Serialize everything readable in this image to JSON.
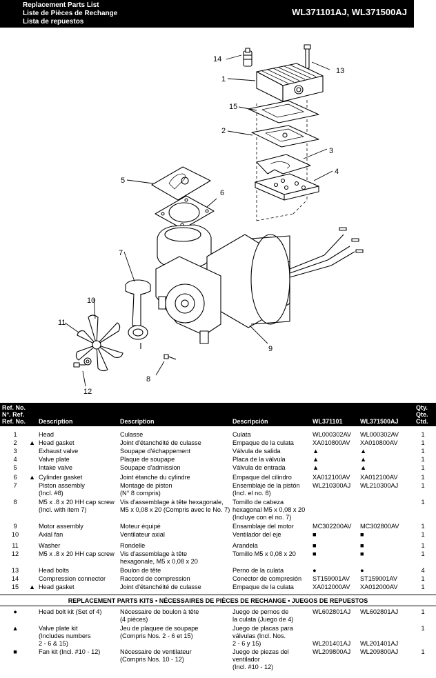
{
  "header": {
    "title_en": "Replacement Parts List",
    "title_fr": "Liste de Pièces de Rechange",
    "title_es": "Lista de repuestos",
    "models": "WL371101AJ, WL371500AJ"
  },
  "callouts": [
    "14",
    "13",
    "1",
    "15",
    "2",
    "3",
    "4",
    "5",
    "6",
    "7",
    "10",
    "11",
    "9",
    "8",
    "12"
  ],
  "table": {
    "head": {
      "ref_l1": "Ref. No.",
      "ref_l2": "N°. Ref.",
      "ref_l3": "Ref. No.",
      "desc_en": "Description",
      "desc_fr": "Description",
      "desc_es": "Descripción",
      "m1": "WL371101",
      "m2": "WL371500AJ",
      "qty_l1": "Qty.",
      "qty_l2": "Qte.",
      "qty_l3": "Ctd."
    },
    "rows": [
      {
        "ref": "1",
        "mark": "",
        "en": [
          "Head"
        ],
        "fr": [
          "Culasse"
        ],
        "es": [
          "Culata"
        ],
        "m1": "WL000302AV",
        "m2": "WL000302AV",
        "qty": "1"
      },
      {
        "ref": "2",
        "mark": "▲",
        "en": [
          "Head gasket"
        ],
        "fr": [
          "Joint d'étanchéité de culasse"
        ],
        "es": [
          "Empaque de la culata"
        ],
        "m1": "XA010800AV",
        "m2": "XA010800AV",
        "qty": "1"
      },
      {
        "ref": "3",
        "mark": "",
        "en": [
          "Exhaust valve"
        ],
        "fr": [
          "Soupape d'échappement"
        ],
        "es": [
          "Válvula de salida"
        ],
        "m1": "▲",
        "m2": "▲",
        "qty": "1"
      },
      {
        "ref": "4",
        "mark": "",
        "en": [
          "Valve plate"
        ],
        "fr": [
          "Plaque de soupape"
        ],
        "es": [
          "Placa de la válvula"
        ],
        "m1": "▲",
        "m2": "▲",
        "qty": "1"
      },
      {
        "ref": "5",
        "mark": "",
        "en": [
          "Intake valve"
        ],
        "fr": [
          "Soupape d'admission"
        ],
        "es": [
          "Válvula de entrada"
        ],
        "m1": "▲",
        "m2": "▲",
        "qty": "1"
      },
      {
        "ref": "6",
        "mark": "▲",
        "en": [
          "Cylinder gasket"
        ],
        "fr": [
          "Joint étanche du cylindre"
        ],
        "es": [
          "Empaque del cilindro"
        ],
        "m1": "XA012100AV",
        "m2": "XA012100AV",
        "qty": "1"
      },
      {
        "ref": "7",
        "mark": "",
        "en": [
          "Piston assembly",
          "(Incl. #8)"
        ],
        "fr": [
          "Montage de piston",
          "(N° 8 compris)"
        ],
        "es": [
          "Ensemblaje de la pistón",
          "(Incl. el no. 8)"
        ],
        "m1": "WL210300AJ",
        "m2": "WL210300AJ",
        "qty": "1"
      },
      {
        "ref": "8",
        "mark": "",
        "en": [
          "M5 x .8 x 20 HH cap screw",
          "(Incl. with item 7)"
        ],
        "fr": [
          "Vis d'assemblage à tête hexagonale,",
          "M5 x 0,08 x 20 (Compris avec le No. 7)"
        ],
        "es": [
          "Tornillo de cabeza",
          "hexagonal M5 x 0,08 x 20",
          "(Incluye con el no. 7)"
        ],
        "m1": "",
        "m2": "",
        "qty": "1"
      },
      {
        "ref": "9",
        "mark": "",
        "en": [
          "Motor assembly"
        ],
        "fr": [
          "Moteur équipé"
        ],
        "es": [
          "Ensamblaje del motor"
        ],
        "m1": "MC302200AV",
        "m2": "MC302800AV",
        "qty": "1"
      },
      {
        "ref": "10",
        "mark": "",
        "en": [
          "Axial fan"
        ],
        "fr": [
          "Ventilateur axial"
        ],
        "es": [
          "Ventilador del eje"
        ],
        "m1": "■",
        "m2": "■",
        "qty": "1"
      },
      {
        "ref": "11",
        "mark": "",
        "en": [
          "Washer"
        ],
        "fr": [
          "Rondelle"
        ],
        "es": [
          "Arandela"
        ],
        "m1": "■",
        "m2": "■",
        "qty": "1"
      },
      {
        "ref": "12",
        "mark": "",
        "en": [
          "M5 x .8 x 20 HH cap screw"
        ],
        "fr": [
          "Vis d'assemblage à tête",
          "hexagonale, M5 x 0,08 x 20"
        ],
        "es": [
          "Tornillo M5 x 0,08 x 20"
        ],
        "m1": "■",
        "m2": "■",
        "qty": "1"
      },
      {
        "ref": "13",
        "mark": "",
        "en": [
          "Head bolts"
        ],
        "fr": [
          "Boulon de tête"
        ],
        "es": [
          "Perno de la culata"
        ],
        "m1": "●",
        "m2": "●",
        "qty": "4"
      },
      {
        "ref": "14",
        "mark": "",
        "en": [
          "Compression connector"
        ],
        "fr": [
          "Raccord de compression"
        ],
        "es": [
          "Conector de compresión"
        ],
        "m1": "ST159001AV",
        "m2": "ST159001AV",
        "qty": "1"
      },
      {
        "ref": "15",
        "mark": "▲",
        "en": [
          "Head gasket"
        ],
        "fr": [
          "Joint d'étanchéité de culasse"
        ],
        "es": [
          "Empaque de la culata"
        ],
        "m1": "XA012000AV",
        "m2": "XA012000AV",
        "qty": "1"
      }
    ]
  },
  "kits": {
    "title": "REPLACEMENT PARTS KITS • NÉCESSAIRES DE PIÈCES DE RECHANGE • JUEGOS DE REPUESTOS",
    "rows": [
      {
        "sym": "●",
        "en": [
          "Head bolt kit (Set of 4)"
        ],
        "fr": [
          "Nécessaire de boulon à tête",
          "(4 pièces)"
        ],
        "es": [
          "Juego de pernos de",
          "la culata (Juego de 4)"
        ],
        "m1": "WL602801AJ",
        "m2": "WL602801AJ",
        "qty": "1"
      },
      {
        "sym": "▲",
        "en": [
          "Valve plate kit",
          "(Includes numbers",
          "2 - 6 & 15)"
        ],
        "fr": [
          "Jeu de plaquee de soupape",
          "(Compris Nos. 2 - 6 et 15)"
        ],
        "es": [
          "Juego de placas para",
          "válvulas (Incl. Nos.",
          "2 - 6 y 15)"
        ],
        "m1": "WL201401AJ",
        "m2": "WL201401AJ",
        "qty": "1"
      },
      {
        "sym": "■",
        "en": [
          "Fan kit (Incl. #10 - 12)"
        ],
        "fr": [
          "Nécessaire de ventilateur",
          "(Compris Nos. 10 - 12)"
        ],
        "es": [
          "Juego de piezas del",
          "ventilador",
          "(Incl. #10 - 12)"
        ],
        "m1": "WL209800AJ",
        "m2": "WL209800AJ",
        "qty": "1"
      }
    ]
  }
}
